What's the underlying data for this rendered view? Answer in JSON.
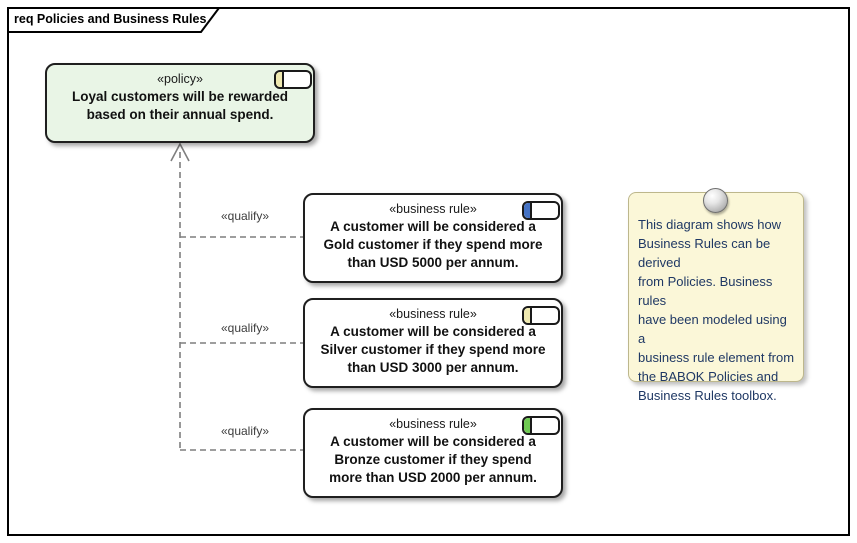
{
  "frame": {
    "title": "req Policies and Business Rules"
  },
  "policy": {
    "stereotype": "«policy»",
    "text": "Loyal customers will be rewarded\nbased on their annual spend.",
    "fill": "#e9f5e6",
    "icon_color": "#efe9b0"
  },
  "business_rules": [
    {
      "stereotype": "«business rule»",
      "text": "A customer will be considered a\nGold customer if they spend more\nthan USD 5000 per annum.",
      "icon_color": "#4472c4"
    },
    {
      "stereotype": "«business rule»",
      "text": "A customer will be considered a\nSilver customer if they spend more\nthan USD 3000 per annum.",
      "icon_color": "#efe9b0"
    },
    {
      "stereotype": "«business rule»",
      "text": "A customer will be considered a\nBronze customer if they spend\nmore than USD 2000 per annum.",
      "icon_color": "#6fca52"
    }
  ],
  "connectors": [
    {
      "label": "«qualify»"
    },
    {
      "label": "«qualify»"
    },
    {
      "label": "«qualify»"
    }
  ],
  "note": {
    "text": "This diagram shows how\nBusiness Rules can be derived\nfrom Policies. Business rules\nhave been modeled using a\nbusiness rule element from\nthe BABOK Policies and\nBusiness Rules toolbox.",
    "fill": "#fbf7d8",
    "text_color": "#1f3864"
  },
  "colors": {
    "connector": "#7f7f7f",
    "frame_border": "#000000",
    "element_border": "#1f1f1f"
  }
}
